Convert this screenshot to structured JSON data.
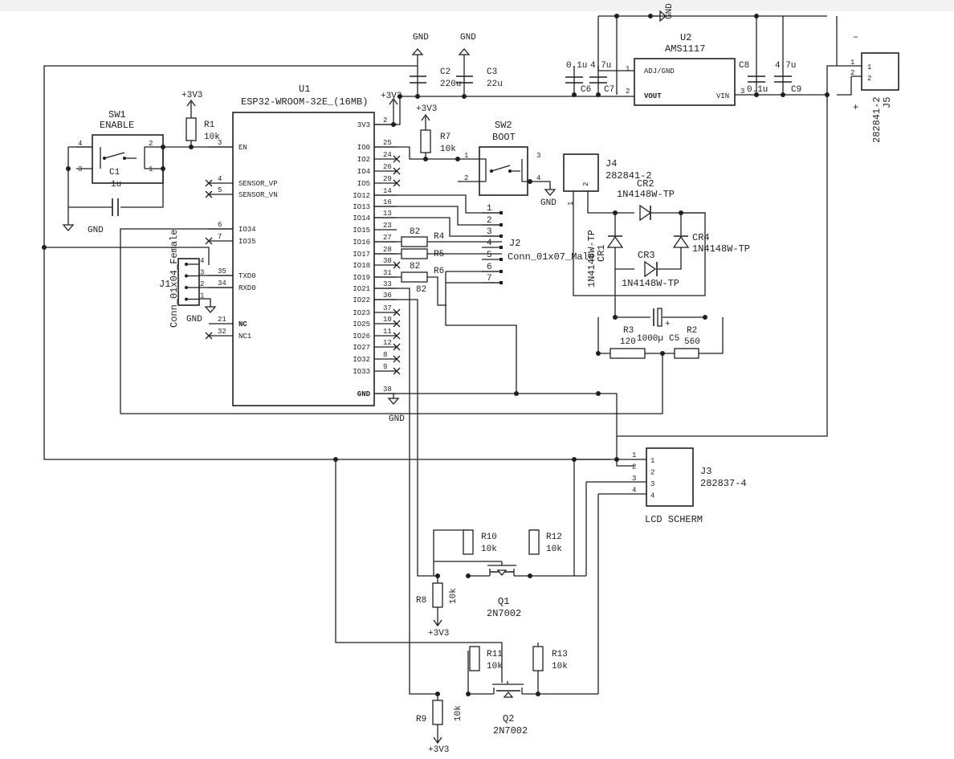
{
  "components": {
    "U1": {
      "ref": "U1",
      "value": "ESP32-WROOM-32E_(16MB)",
      "left_pins": [
        {
          "num": "3",
          "name": "EN"
        },
        {
          "num": "4",
          "name": "SENSOR_VP"
        },
        {
          "num": "5",
          "name": "SENSOR_VN"
        },
        {
          "num": "6",
          "name": "IO34"
        },
        {
          "num": "7",
          "name": "IO35"
        },
        {
          "num": "35",
          "name": "TXD0"
        },
        {
          "num": "34",
          "name": "RXD0"
        },
        {
          "num": "21",
          "name": "NC"
        },
        {
          "num": "32",
          "name": "NC1"
        }
      ],
      "right_pins": [
        {
          "num": "2",
          "name": "3V3"
        },
        {
          "num": "25",
          "name": "IO0"
        },
        {
          "num": "24",
          "name": "IO2"
        },
        {
          "num": "26",
          "name": "IO4"
        },
        {
          "num": "29",
          "name": "IO5"
        },
        {
          "num": "14",
          "name": "IO12"
        },
        {
          "num": "16",
          "name": "IO13"
        },
        {
          "num": "13",
          "name": "IO14"
        },
        {
          "num": "23",
          "name": "IO15"
        },
        {
          "num": "27",
          "name": "IO16"
        },
        {
          "num": "28",
          "name": "IO17"
        },
        {
          "num": "30",
          "name": "IO18"
        },
        {
          "num": "31",
          "name": "IO19"
        },
        {
          "num": "33",
          "name": "IO21"
        },
        {
          "num": "36",
          "name": "IO22"
        },
        {
          "num": "37",
          "name": "IO23"
        },
        {
          "num": "10",
          "name": "IO25"
        },
        {
          "num": "11",
          "name": "IO26"
        },
        {
          "num": "12",
          "name": "IO27"
        },
        {
          "num": "8",
          "name": "IO32"
        },
        {
          "num": "9",
          "name": "IO33"
        },
        {
          "num": "38",
          "name": "GND"
        }
      ]
    },
    "U2": {
      "ref": "U2",
      "value": "AMS1117",
      "pin_adj": "ADJ/GND",
      "pin_vout": "VOUT",
      "pin_vin": "VIN",
      "n1": "1",
      "n2": "2",
      "n3": "3"
    },
    "SW1": {
      "ref": "SW1",
      "value": "ENABLE",
      "p1": "1",
      "p2": "2",
      "p3": "3",
      "p4": "4"
    },
    "SW2": {
      "ref": "SW2",
      "value": "BOOT",
      "p1": "1",
      "p2": "2",
      "p3": "3",
      "p4": "4"
    },
    "C1": {
      "ref": "C1",
      "value": "1u"
    },
    "C2": {
      "ref": "C2",
      "value": "220u"
    },
    "C3": {
      "ref": "C3",
      "value": "22u"
    },
    "C5": {
      "ref": "C5",
      "value": "1000µ",
      "plus": "+"
    },
    "C6": {
      "ref": "C6",
      "value": "0.1u"
    },
    "C7": {
      "ref": "C7",
      "value": "4.7u"
    },
    "C8": {
      "ref": "C8",
      "value": "0.1u"
    },
    "C9": {
      "ref": "C9",
      "value": "4.7u"
    },
    "R1": {
      "ref": "R1",
      "value": "10k"
    },
    "R2": {
      "ref": "R2",
      "value": "560"
    },
    "R3": {
      "ref": "R3",
      "value": "120"
    },
    "R4": {
      "ref": "R4",
      "value": "82"
    },
    "R5": {
      "ref": "R5",
      "value": "82"
    },
    "R6": {
      "ref": "R6",
      "value": "82"
    },
    "R7": {
      "ref": "R7",
      "value": "10k"
    },
    "R8": {
      "ref": "R8",
      "value": "10k"
    },
    "R9": {
      "ref": "R9",
      "value": "10k"
    },
    "R10": {
      "ref": "R10",
      "value": "10k"
    },
    "R11": {
      "ref": "R11",
      "value": "10k"
    },
    "R12": {
      "ref": "R12",
      "value": "10k"
    },
    "R13": {
      "ref": "R13",
      "value": "10k"
    },
    "Q1": {
      "ref": "Q1",
      "value": "2N7002"
    },
    "Q2": {
      "ref": "Q2",
      "value": "2N7002"
    },
    "CR1": {
      "ref": "CR1",
      "value": "1N4148W-TP"
    },
    "CR2": {
      "ref": "CR2",
      "value": "1N4148W-TP"
    },
    "CR3": {
      "ref": "CR3",
      "value": "1N4148W-TP"
    },
    "CR4": {
      "ref": "CR4",
      "value": "1N4148W-TP"
    },
    "J1": {
      "ref": "J1",
      "value": "Conn_01x04_Female",
      "pins": [
        "1",
        "2",
        "3",
        "4"
      ]
    },
    "J2": {
      "ref": "J2",
      "value": "Conn_01x07_Male",
      "pins": [
        "1",
        "2",
        "3",
        "4",
        "5",
        "6",
        "7"
      ]
    },
    "J3": {
      "ref": "J3",
      "value": "282837-4",
      "label": "LCD SCHERM",
      "pins": [
        "1",
        "2",
        "3",
        "4"
      ]
    },
    "J4": {
      "ref": "J4",
      "value": "282841-2",
      "pins": [
        "1",
        "2"
      ]
    },
    "J5": {
      "ref": "J5",
      "value": "282841-2",
      "pins": [
        "1",
        "2"
      ],
      "minus": "–",
      "plus": "+"
    }
  },
  "power": {
    "v33": "+3V3",
    "gnd": "GND"
  },
  "colors": {
    "wire": "#1f1f1f",
    "background": "#ffffff"
  }
}
